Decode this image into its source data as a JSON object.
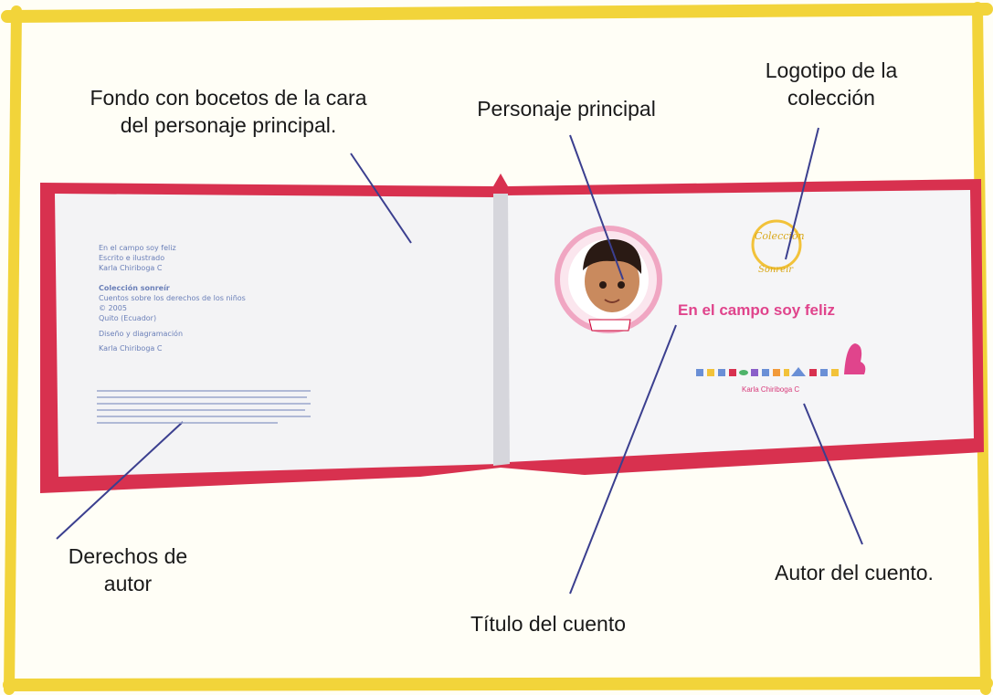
{
  "annotations": {
    "background": [
      "Fondo con bocetos de la cara",
      "del personaje principal."
    ],
    "main_character": "Personaje principal",
    "logo": [
      "Logotipo de la",
      "colección"
    ],
    "copyright": [
      "Derechos de",
      "autor"
    ],
    "story_title": "Título del cuento",
    "author": "Autor del cuento."
  },
  "book": {
    "left_page_lines": [
      "En el campo soy feliz",
      "Escrito e ilustrado",
      "Karla Chiriboga C",
      "",
      "Colección sonreír",
      "Cuentos sobre los derechos de los niños",
      "© 2005",
      "Quito (Ecuador)",
      "Diseño y diagramación",
      "Karla Chiriboga C"
    ],
    "logo_text": [
      "Colección",
      "Sonreír"
    ],
    "title": "En el campo soy feliz",
    "author": "Karla Chiriboga C"
  },
  "colors": {
    "frame_yellow": "#f2d43a",
    "cover_red": "#d8314f",
    "arrow": "#3b3f8f",
    "title_pink": "#e0448c"
  }
}
